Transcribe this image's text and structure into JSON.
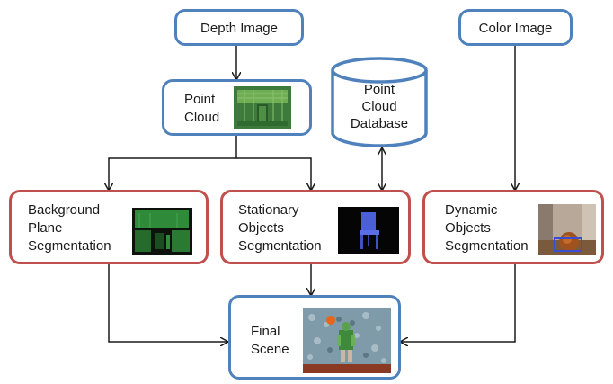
{
  "nodes": {
    "depth_image": {
      "lines": [
        "Depth Image"
      ],
      "border": "#4f81bd"
    },
    "color_image": {
      "lines": [
        "Color Image"
      ],
      "border": "#4f81bd"
    },
    "point_cloud": {
      "lines": [
        "Point",
        "Cloud"
      ],
      "border": "#4f81bd"
    },
    "point_cloud_database": {
      "lines": [
        "Point",
        "Cloud",
        "Database"
      ],
      "border": "#4f81bd"
    },
    "background_plane_segmentation": {
      "lines": [
        "Background",
        "Plane",
        "Segmentation"
      ],
      "border": "#c0504d"
    },
    "stationary_objects_segmentation": {
      "lines": [
        "Stationary",
        "Objects",
        "Segmentation"
      ],
      "border": "#c0504d"
    },
    "dynamic_objects_segmentation": {
      "lines": [
        "Dynamic",
        "Objects",
        "Segmentation"
      ],
      "border": "#c0504d"
    },
    "final_scene": {
      "lines": [
        "Final",
        "Scene"
      ],
      "border": "#4f81bd"
    }
  },
  "thumbnails": {
    "point_cloud": "green point cloud render",
    "background": "green segmented background plane",
    "stationary": "blue chair on black",
    "dynamic": "person segmented in room",
    "final": "reconstructed scene with person"
  },
  "edges": [
    [
      "depth_image",
      "point_cloud"
    ],
    [
      "point_cloud",
      "background_plane_segmentation"
    ],
    [
      "point_cloud",
      "stationary_objects_segmentation"
    ],
    [
      "point_cloud_database",
      "stationary_objects_segmentation"
    ],
    [
      "color_image",
      "dynamic_objects_segmentation"
    ],
    [
      "stationary_objects_segmentation",
      "final_scene"
    ],
    [
      "background_plane_segmentation",
      "final_scene"
    ],
    [
      "dynamic_objects_segmentation",
      "final_scene"
    ]
  ]
}
